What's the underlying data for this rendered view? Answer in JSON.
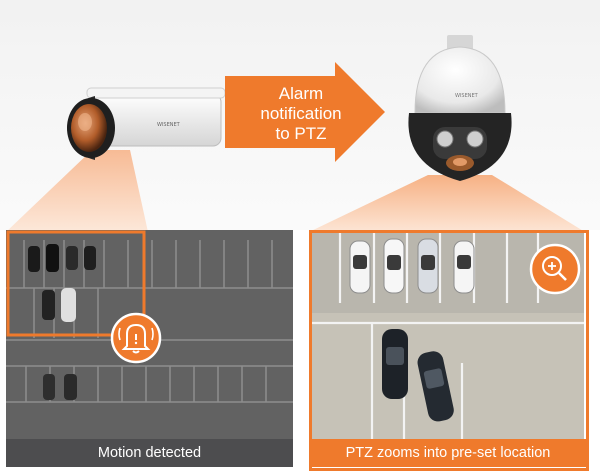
{
  "arrow": {
    "line1": "Alarm notification",
    "line2": "to PTZ"
  },
  "left_panel": {
    "caption": "Motion detected"
  },
  "right_panel": {
    "caption": "PTZ zooms into pre-set location"
  },
  "camera_brand": "WISENET",
  "colors": {
    "accent": "#ef7a2c",
    "caption_dark": "#4d4d4f"
  },
  "icons": {
    "alarm": "alarm-bell-icon",
    "zoom": "zoom-in-icon"
  }
}
